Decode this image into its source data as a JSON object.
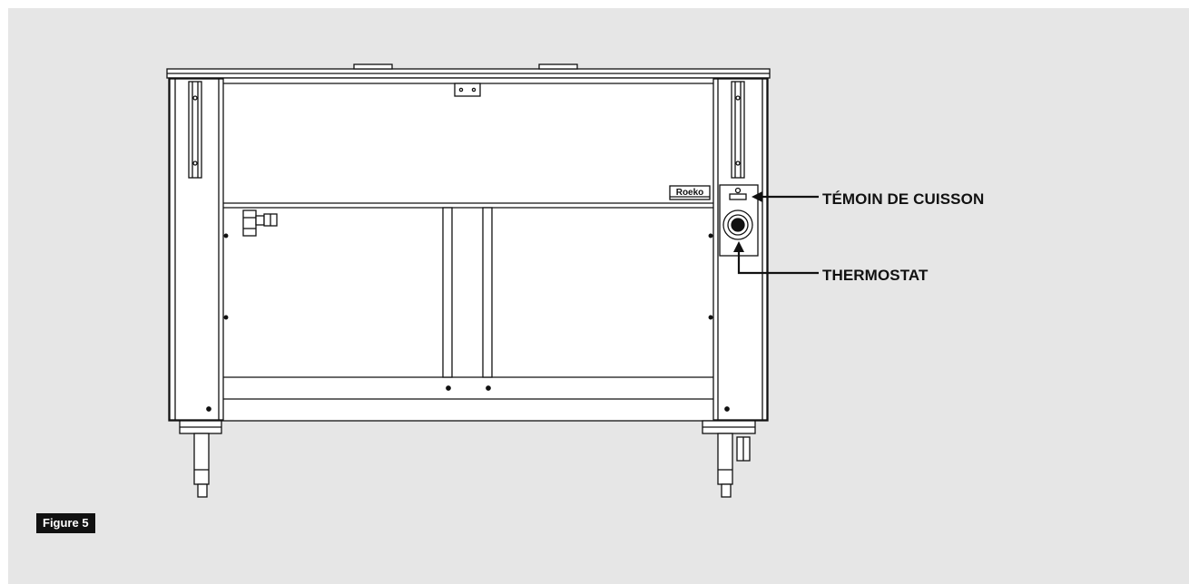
{
  "figure": {
    "caption": "Figure 5",
    "brand_badge": "Roeko"
  },
  "callouts": [
    {
      "id": "cooking-indicator",
      "label": "TÉMOIN DE CUISSON"
    },
    {
      "id": "thermostat",
      "label": "THERMOSTAT"
    }
  ],
  "colors": {
    "background": "#e6e6e6",
    "line": "#111111",
    "fill": "#ffffff",
    "caption_bg": "#111111",
    "caption_text": "#ffffff"
  }
}
